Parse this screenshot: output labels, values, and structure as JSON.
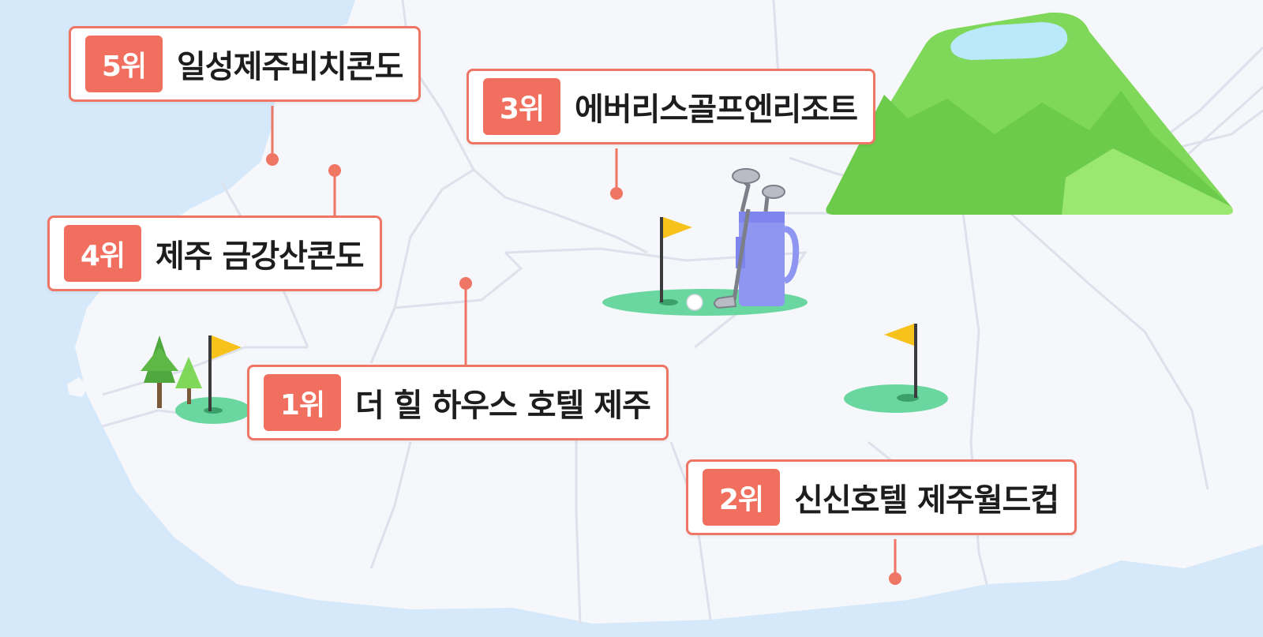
{
  "rankings": [
    {
      "rank_label": "5위",
      "name": "일성제주비치콘도"
    },
    {
      "rank_label": "3위",
      "name": "에버리스골프엔리조트"
    },
    {
      "rank_label": "4위",
      "name": "제주 금강산콘도"
    },
    {
      "rank_label": "1위",
      "name": "더 힐 하우스 호텔 제주"
    },
    {
      "rank_label": "2위",
      "name": "신신호텔 제주월드컵"
    }
  ],
  "colors": {
    "sea": "#d6e9fb",
    "land": "#f6f7fa",
    "road": "#dde1ec",
    "accent": "#f16f5e",
    "green": "#6bd7a0",
    "mountain": "#7fd85a",
    "flag": "#f8c21c"
  },
  "icons": [
    "golf-flag-icon",
    "golf-bag-icon",
    "golf-ball-icon",
    "tree-icon",
    "mountain-icon",
    "lake-icon"
  ]
}
